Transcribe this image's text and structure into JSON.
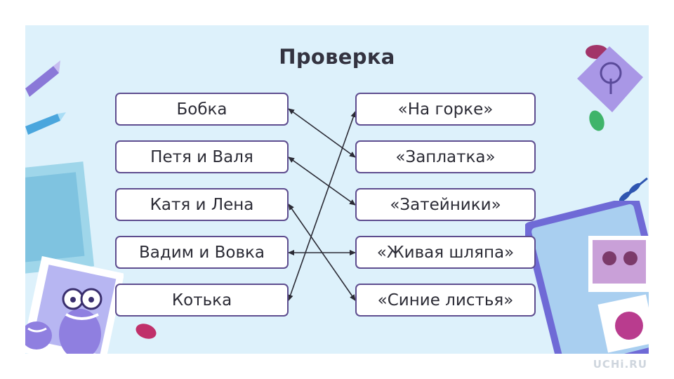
{
  "title": "Проверка",
  "left_items": [
    "Бобка",
    "Петя и Валя",
    "Катя и Лена",
    "Вадим и Вовка",
    "Котька"
  ],
  "right_items": [
    "«На горке»",
    "«Заплатка»",
    "«Затейники»",
    "«Живая шляпа»",
    "«Синие листья»"
  ],
  "matches": [
    {
      "left": "Бобка",
      "right": "«Заплатка»"
    },
    {
      "left": "Петя и Валя",
      "right": "«Затейники»"
    },
    {
      "left": "Катя и Лена",
      "right": "«Синие листья»"
    },
    {
      "left": "Вадим и Вовка",
      "right": "«Живая шляпа»"
    },
    {
      "left": "Котька",
      "right": "«На горке»"
    }
  ],
  "watermark": "UCHi.RU",
  "colors": {
    "background": "#ddf1fb",
    "box_border": "#5e4d8f",
    "line": "#2b2b35",
    "accent": "#8e7fd6"
  },
  "icons": [
    "pencil-icon",
    "tree-icon",
    "leaf-icon",
    "crocodile-character",
    "photo-frame"
  ]
}
